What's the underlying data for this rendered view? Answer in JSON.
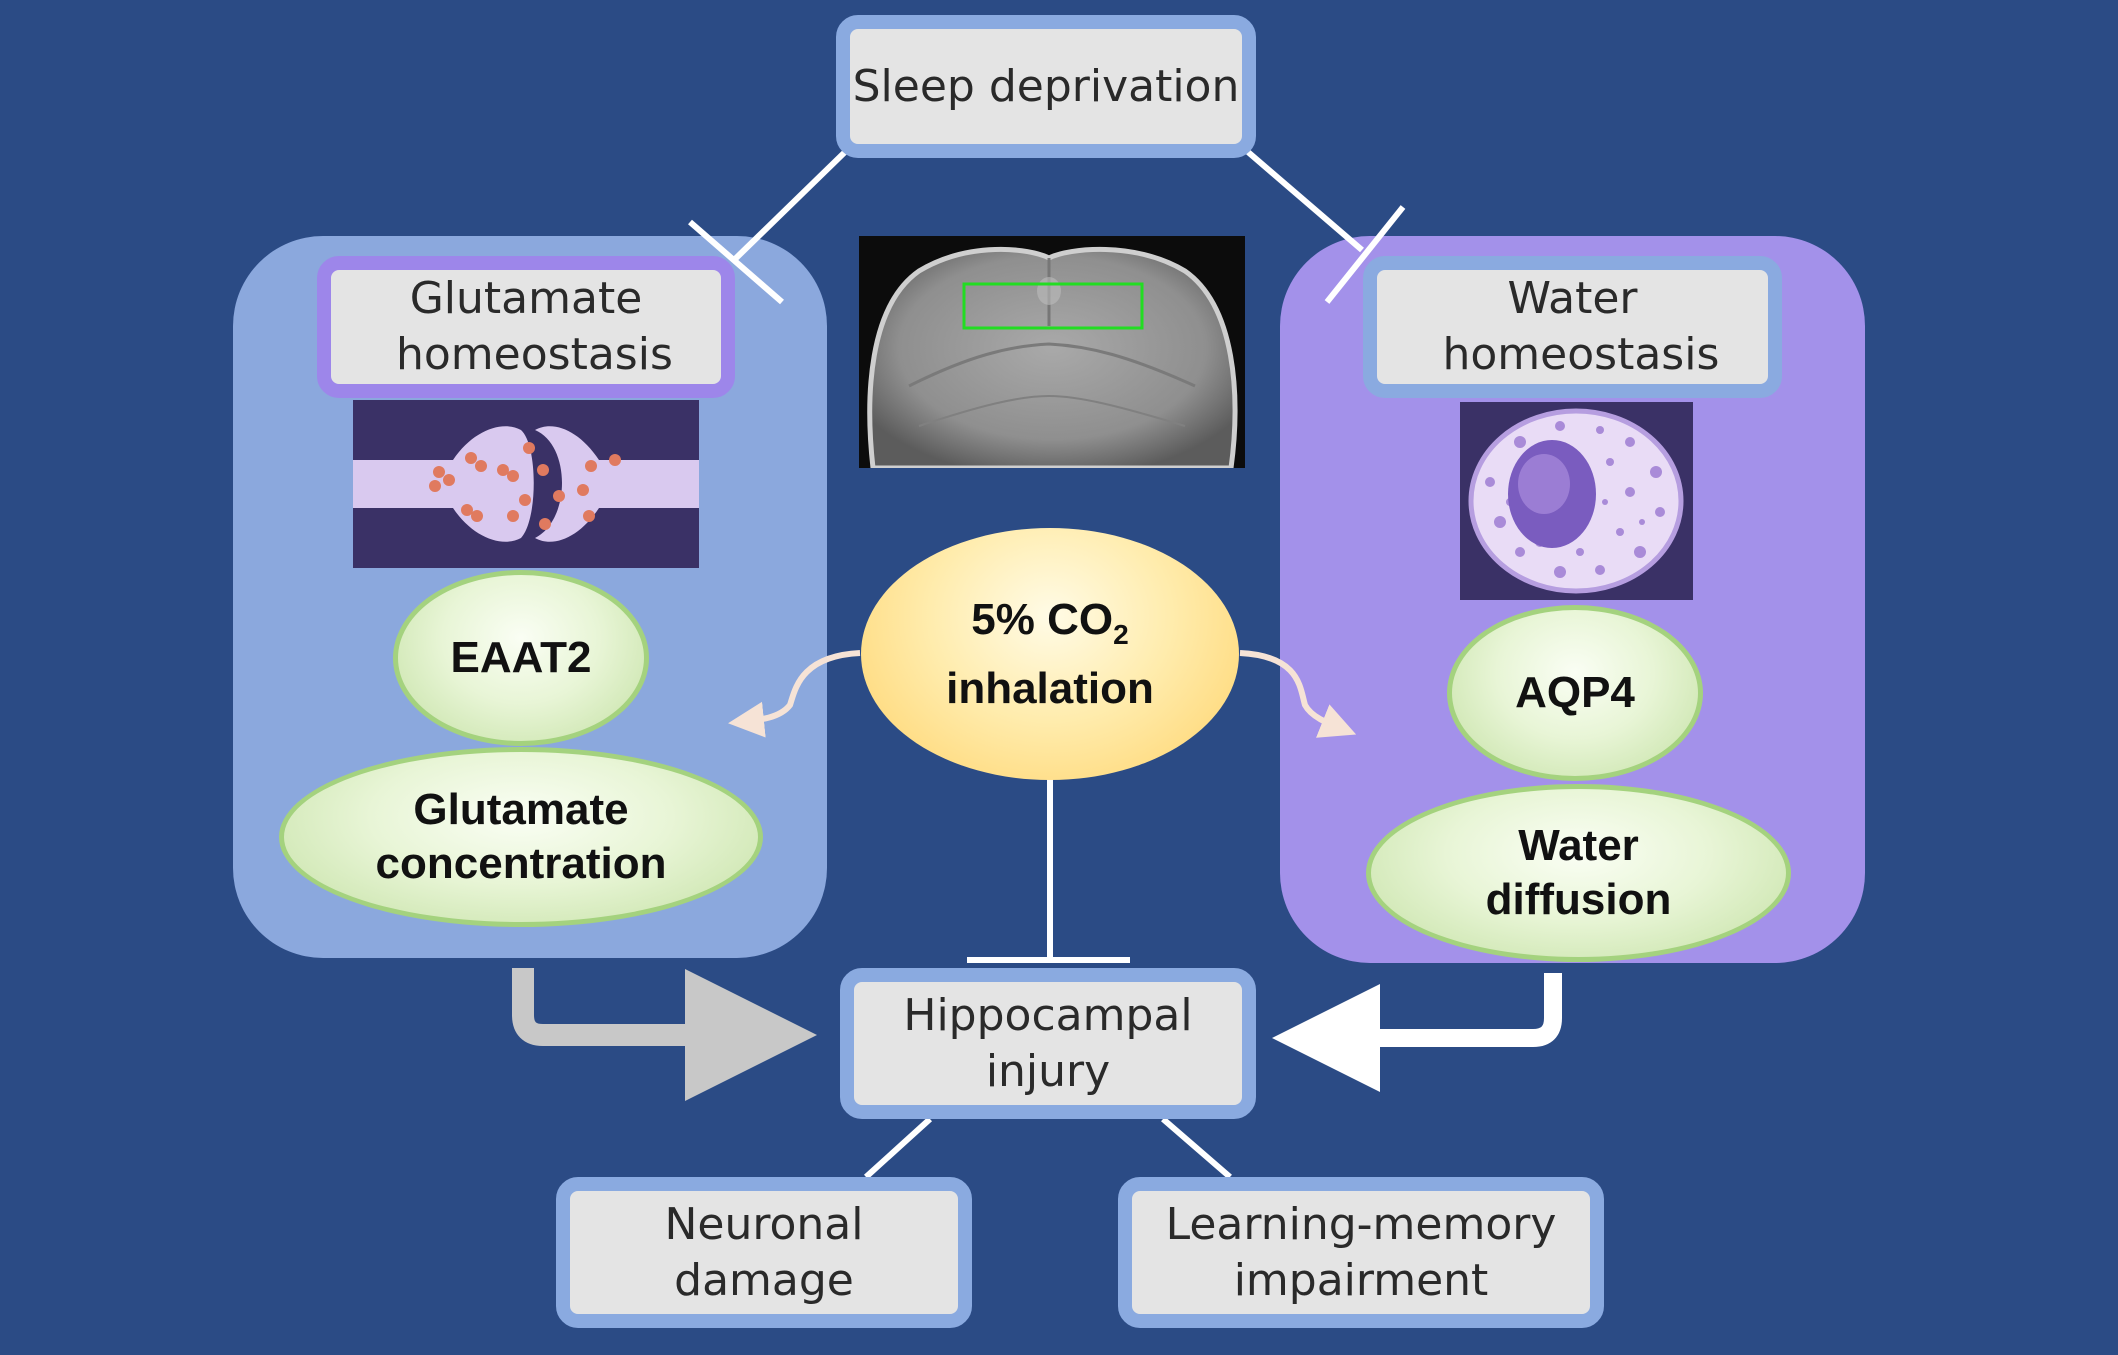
{
  "nodes": {
    "sleep_deprivation": "Sleep deprivation",
    "glutamate_homeostasis": "Glutamate homeostasis",
    "water_homeostasis": "Water homeostasis",
    "eaat2": "EAAT2",
    "glutamate_concentration": "Glutamate concentration",
    "aqp4": "AQP4",
    "water_diffusion": "Water diffusion",
    "co2_prefix": "5% CO",
    "co2_subscript": "2",
    "co2_suffix": "inhalation",
    "hippocampal_injury": "Hippocampal injury",
    "neuronal_damage": "Neuronal damage",
    "learning_memory": "Learning-memory impairment"
  },
  "images": {
    "brain_mri": "mri-brain-slice-with-green-roi",
    "synapse": "synapse-glutamate-release-illustration",
    "astrocyte_cell": "purple-cell-illustration"
  },
  "colors": {
    "background": "#2b4b85",
    "left_panel": "#8ba8dd",
    "right_panel": "#a391ea",
    "box_fill": "#e4e4e4",
    "green_node": "#dff0c9",
    "yellow_node": "#ffe08a",
    "roi_outline": "#22dd22"
  },
  "edges": [
    {
      "from": "sleep_deprivation",
      "to": "glutamate_homeostasis",
      "type": "inhibition"
    },
    {
      "from": "sleep_deprivation",
      "to": "water_homeostasis",
      "type": "inhibition"
    },
    {
      "from": "co2",
      "to": "glutamate_homeostasis",
      "type": "arrow"
    },
    {
      "from": "co2",
      "to": "water_homeostasis",
      "type": "arrow"
    },
    {
      "from": "co2",
      "to": "hippocampal_injury",
      "type": "inhibition"
    },
    {
      "from": "glutamate_homeostasis",
      "to": "hippocampal_injury",
      "type": "arrow"
    },
    {
      "from": "water_homeostasis",
      "to": "hippocampal_injury",
      "type": "arrow"
    },
    {
      "from": "hippocampal_injury",
      "to": "neuronal_damage",
      "type": "line"
    },
    {
      "from": "hippocampal_injury",
      "to": "learning_memory",
      "type": "line"
    }
  ]
}
